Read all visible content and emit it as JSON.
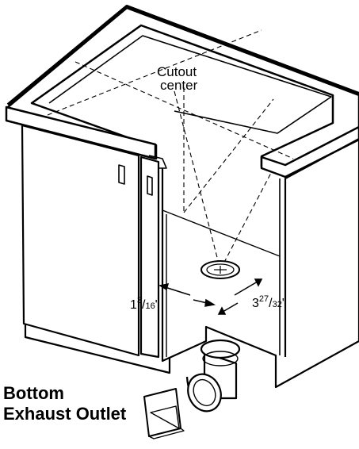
{
  "labels": {
    "cutout_line1": "Cutout",
    "cutout_line2": "center",
    "title_line1": "Bottom",
    "title_line2": "Exhaust Outlet"
  },
  "dimensions": {
    "left": {
      "whole": "1",
      "num": "3",
      "den": "16",
      "unit": "\""
    },
    "right": {
      "whole": "3",
      "num": "27",
      "den": "32",
      "unit": "\""
    }
  },
  "colors": {
    "line": "#000000",
    "background": "#ffffff"
  }
}
